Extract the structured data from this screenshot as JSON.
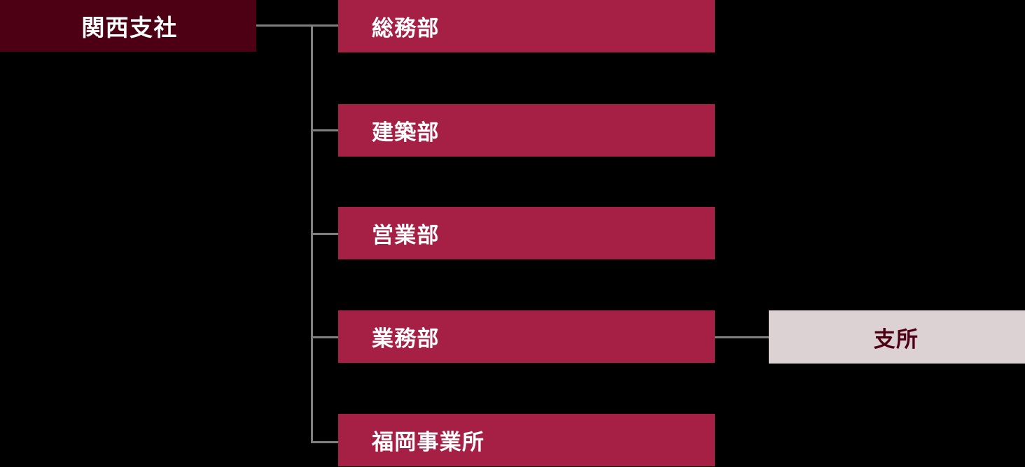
{
  "chart_data": {
    "type": "diagram",
    "diagram_type": "organization-chart",
    "orientation": "left-to-right",
    "background_color": "#000000",
    "line_color": "#808080",
    "root": {
      "label": "関西支社",
      "background_color": "#4D0014",
      "text_color": "#FFFFFF"
    },
    "departments": [
      {
        "label": "総務部",
        "background_color": "#A61F45",
        "text_color": "#FFFFFF"
      },
      {
        "label": "建築部",
        "background_color": "#A61F45",
        "text_color": "#FFFFFF"
      },
      {
        "label": "営業部",
        "background_color": "#A61F45",
        "text_color": "#FFFFFF"
      },
      {
        "label": "業務部",
        "background_color": "#A61F45",
        "text_color": "#FFFFFF"
      },
      {
        "label": "福岡事業所",
        "background_color": "#A61F45",
        "text_color": "#FFFFFF"
      }
    ],
    "sub_office": {
      "label": "支所",
      "parent": "業務部",
      "background_color": "#DCD2D3",
      "text_color": "#4D0014"
    }
  },
  "root": {
    "label": "関西支社"
  },
  "departments": [
    {
      "label": "総務部"
    },
    {
      "label": "建築部"
    },
    {
      "label": "営業部"
    },
    {
      "label": "業務部"
    },
    {
      "label": "福岡事業所"
    }
  ],
  "sub_office": {
    "label": "支所"
  }
}
